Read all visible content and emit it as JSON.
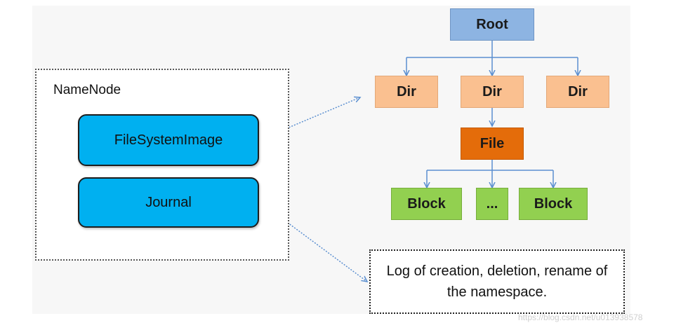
{
  "namenode": {
    "label": "NameNode",
    "image_label": "FileSystemImage",
    "journal_label": "Journal"
  },
  "tree": {
    "root": "Root",
    "dirs": [
      "Dir",
      "Dir",
      "Dir"
    ],
    "file": "File",
    "blocks": [
      "Block",
      "...",
      "Block"
    ]
  },
  "journal_note": "Log of creation, deletion, rename of the namespace.",
  "watermark": "https://blog.csdn.net/u013938578",
  "colors": {
    "pill": "#00b0f0",
    "root": "#8db4e2",
    "dir": "#fac090",
    "file": "#e46c0a",
    "block": "#92d050",
    "connector": "#5b8fd0"
  }
}
